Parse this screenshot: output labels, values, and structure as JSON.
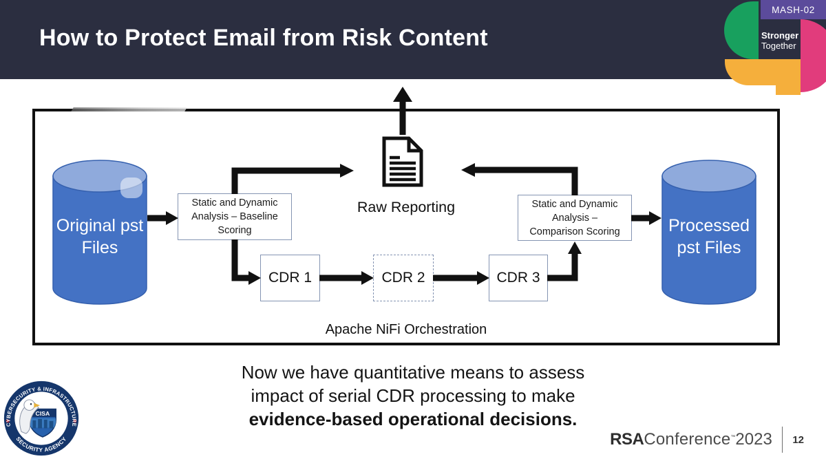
{
  "colors": {
    "header_bg": "#2B2E40",
    "accent_blue": "#4472C4",
    "cylinder_top": "#8FAADC",
    "box_border": "#8494B2",
    "badge_purple": "#5B4B9B",
    "decor_green": "#18A05E",
    "decor_pink": "#E13C7C",
    "decor_yellow": "#F5AF3C",
    "arrow_black": "#111111"
  },
  "header": {
    "title": "How to Protect Email from Risk Content",
    "badge": "MASH-02",
    "tagline": {
      "line1": "Stronger",
      "line2": "Together"
    }
  },
  "diagram": {
    "source_cylinder": "Original pst Files",
    "dest_cylinder": "Processed pst Files",
    "baseline_box": {
      "line1": "Static and Dynamic",
      "line2": "Analysis – Baseline",
      "line3": "Scoring"
    },
    "comparison_box": {
      "line1": "Static and Dynamic",
      "line2": "Analysis –",
      "line3": "Comparison Scoring"
    },
    "cdr1": "CDR 1",
    "cdr2": "CDR 2",
    "cdr3": "CDR 3",
    "raw_reporting": "Raw Reporting",
    "orchestration": "Apache NiFi Orchestration",
    "icons": {
      "document": "document-icon",
      "database": "database-cylinder-icon"
    }
  },
  "caption": {
    "line1": "Now we have quantitative means to assess",
    "line2": "impact of serial CDR processing to make",
    "line3": "evidence-based operational decisions."
  },
  "seal": {
    "arc_top": "CYBERSECURITY & INFRASTRUCTURE",
    "arc_bottom": "SECURITY AGENCY",
    "acronym": "CISA"
  },
  "footer": {
    "rsa": "RSA",
    "conference": "Conference",
    "tm": "™",
    "year": "2023",
    "page": "12"
  }
}
